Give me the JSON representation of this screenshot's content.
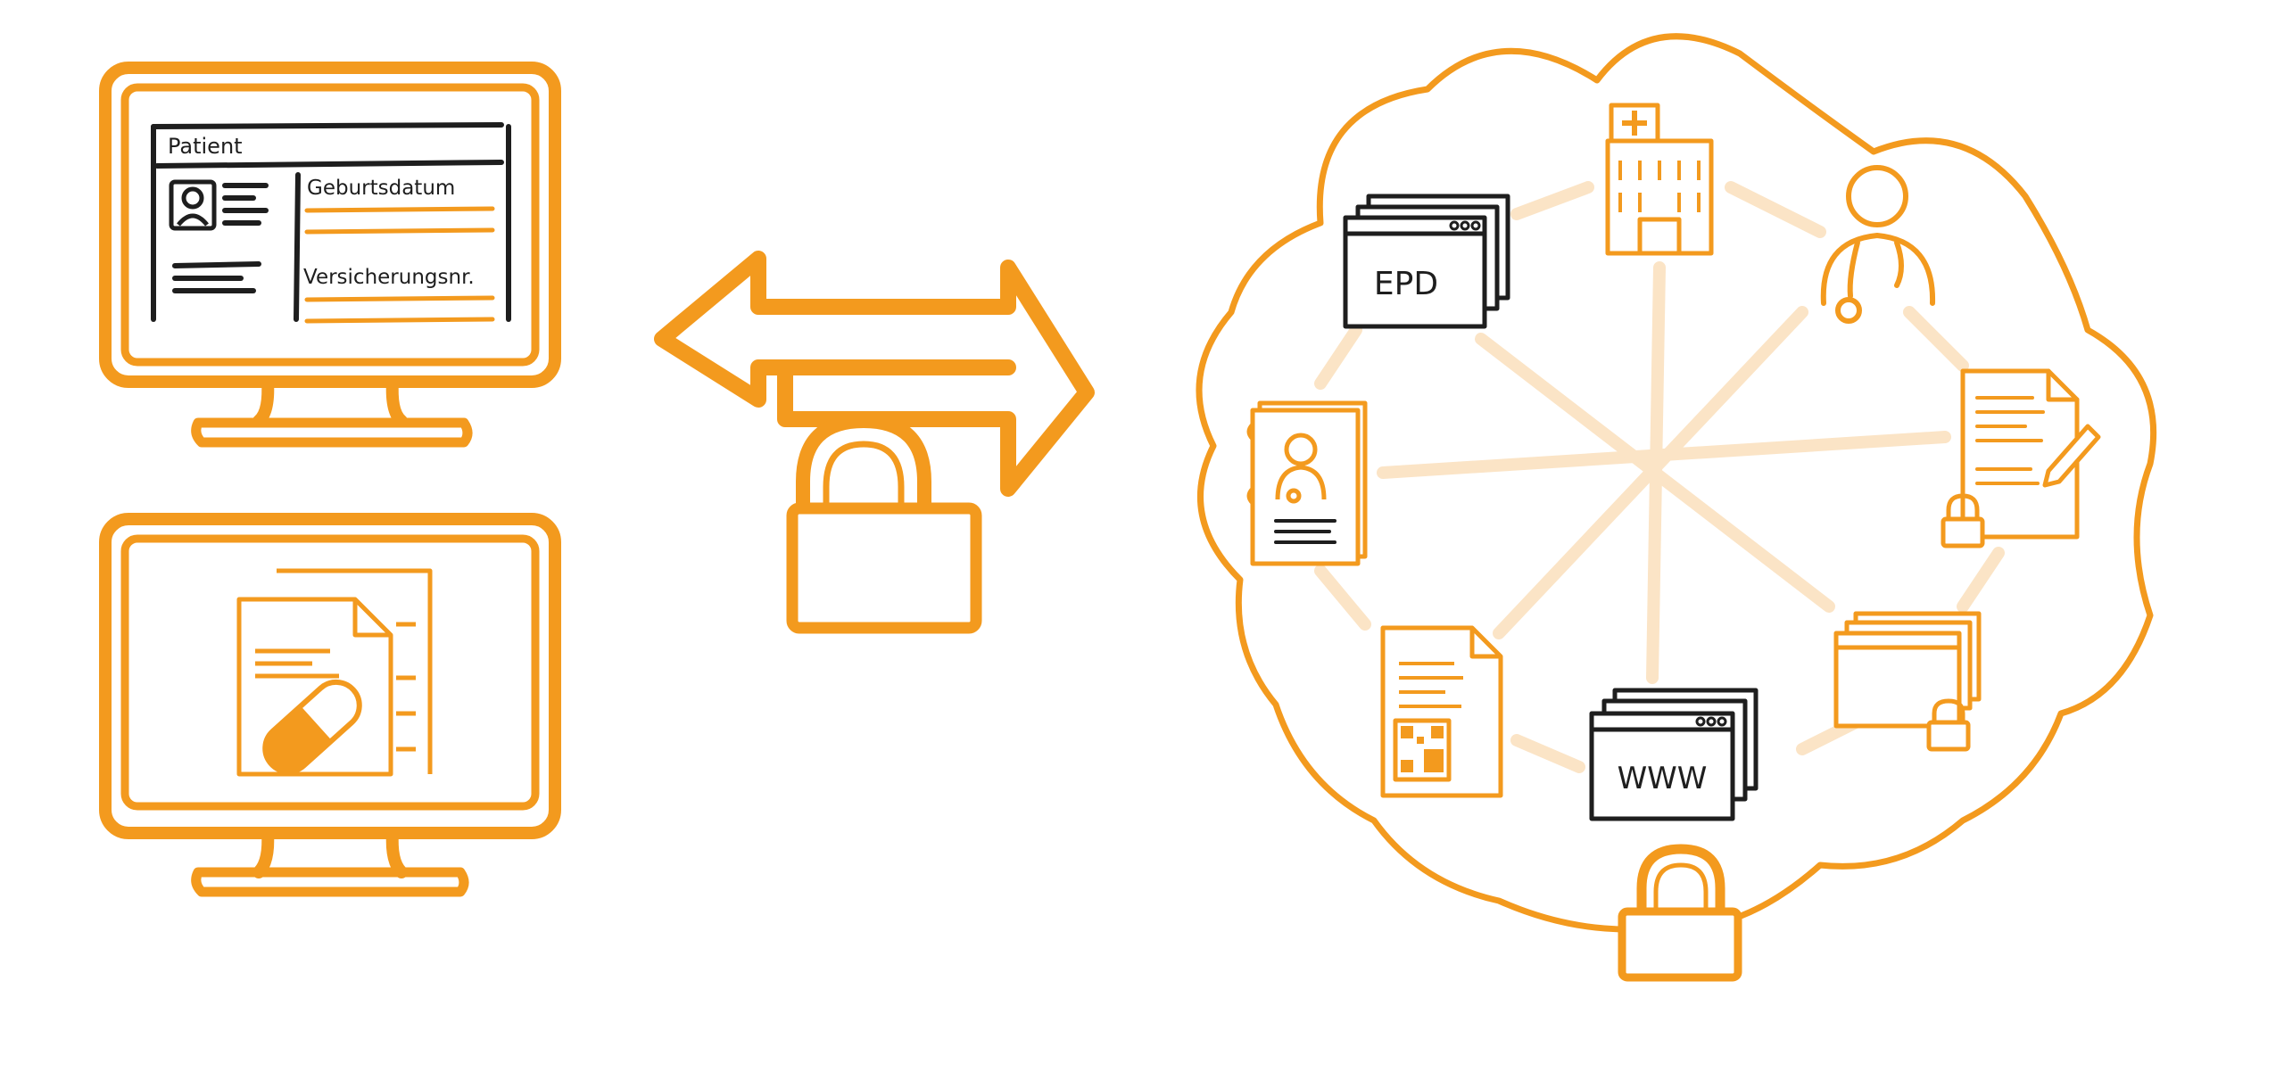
{
  "colors": {
    "orange": "#F39A1E",
    "orange_light": "#FBE4C6",
    "ink": "#1E1E1E",
    "background": "#FFFFFF"
  },
  "monitor_top": {
    "header_label": "Patient",
    "field_1_label": "Geburtsdatum",
    "field_2_label": "Versicherungsnr."
  },
  "monitor_bottom": {
    "icons": [
      "document-stack-icon",
      "pill-capsule-icon"
    ]
  },
  "exchange": {
    "icons": [
      "double-arrow-icon",
      "padlock-icon"
    ]
  },
  "cloud": {
    "epd_label": "EPD",
    "www_label": "WWW",
    "nodes": [
      "hospital-icon",
      "doctor-icon",
      "locked-document-icon",
      "locked-window-stack-icon",
      "www-window-stack-icon",
      "qr-document-icon",
      "patient-booklet-icon",
      "epd-window-stack-icon"
    ],
    "bottom_icon": "padlock-icon"
  }
}
